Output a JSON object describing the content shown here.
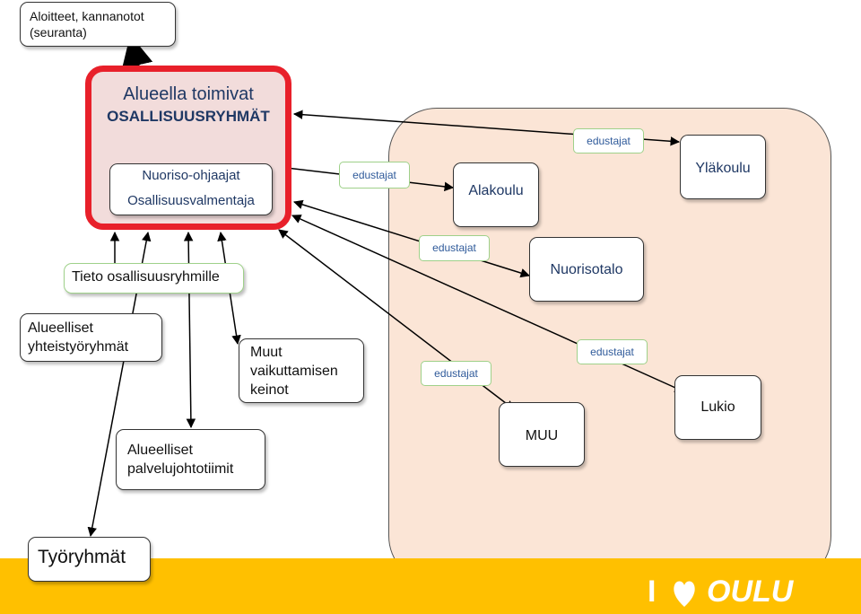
{
  "nodes": {
    "aloitteet": "Aloitteet, kannanotot (seuranta)",
    "red_title_1": "Alueella toimivat",
    "red_title_2": "OSALLISUUSRYHMÄT",
    "inner_1": "Nuoriso-ohjaajat",
    "inner_2": "Osallisuusvalmentaja",
    "tieto": "Tieto osallisuusryhmille",
    "alueelliset_yht": "Alueelliset yhteistyöryhmät",
    "muut": "Muut vaikuttamisen keinot",
    "alueelliset_palv": "Alueelliset palvelujohtotiimit",
    "tyoryhmat": "Työryhmät",
    "alakoulu": "Alakoulu",
    "ylakoulu": "Yläkoulu",
    "nuorisotalo": "Nuorisotalo",
    "muu": "MUU",
    "lukio": "Lukio"
  },
  "edge_labels": [
    "edustajat",
    "edustajat",
    "edustajat",
    "edustajat",
    "edustajat"
  ],
  "logo": {
    "text": "OULU",
    "prefix": "I"
  },
  "colors": {
    "area_fill": "#fbe5d6",
    "red_border": "#e8202a",
    "red_fill": "#f2dcdb",
    "footer": "#ffc000",
    "label_border": "#9fd18a",
    "label_text": "#2f5a9a"
  }
}
